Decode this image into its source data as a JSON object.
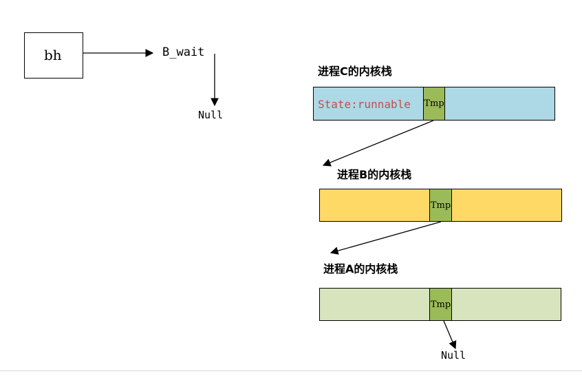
{
  "left": {
    "bh_label": "bh",
    "bwait_label": "B_wait",
    "null_label": "Null"
  },
  "stacks": [
    {
      "title": "进程C的内核栈",
      "state_text": "State:runnable",
      "tmp_label": "Tmp",
      "fill": "#add8e6",
      "state_color": "#c0504d"
    },
    {
      "title": "进程B的内核栈",
      "tmp_label": "Tmp",
      "fill": "#ffd966"
    },
    {
      "title": "进程A的内核栈",
      "tmp_label": "Tmp",
      "fill": "#d7e4bd"
    }
  ],
  "tmp_fill": "#9bbb59",
  "bottom_null": "Null"
}
